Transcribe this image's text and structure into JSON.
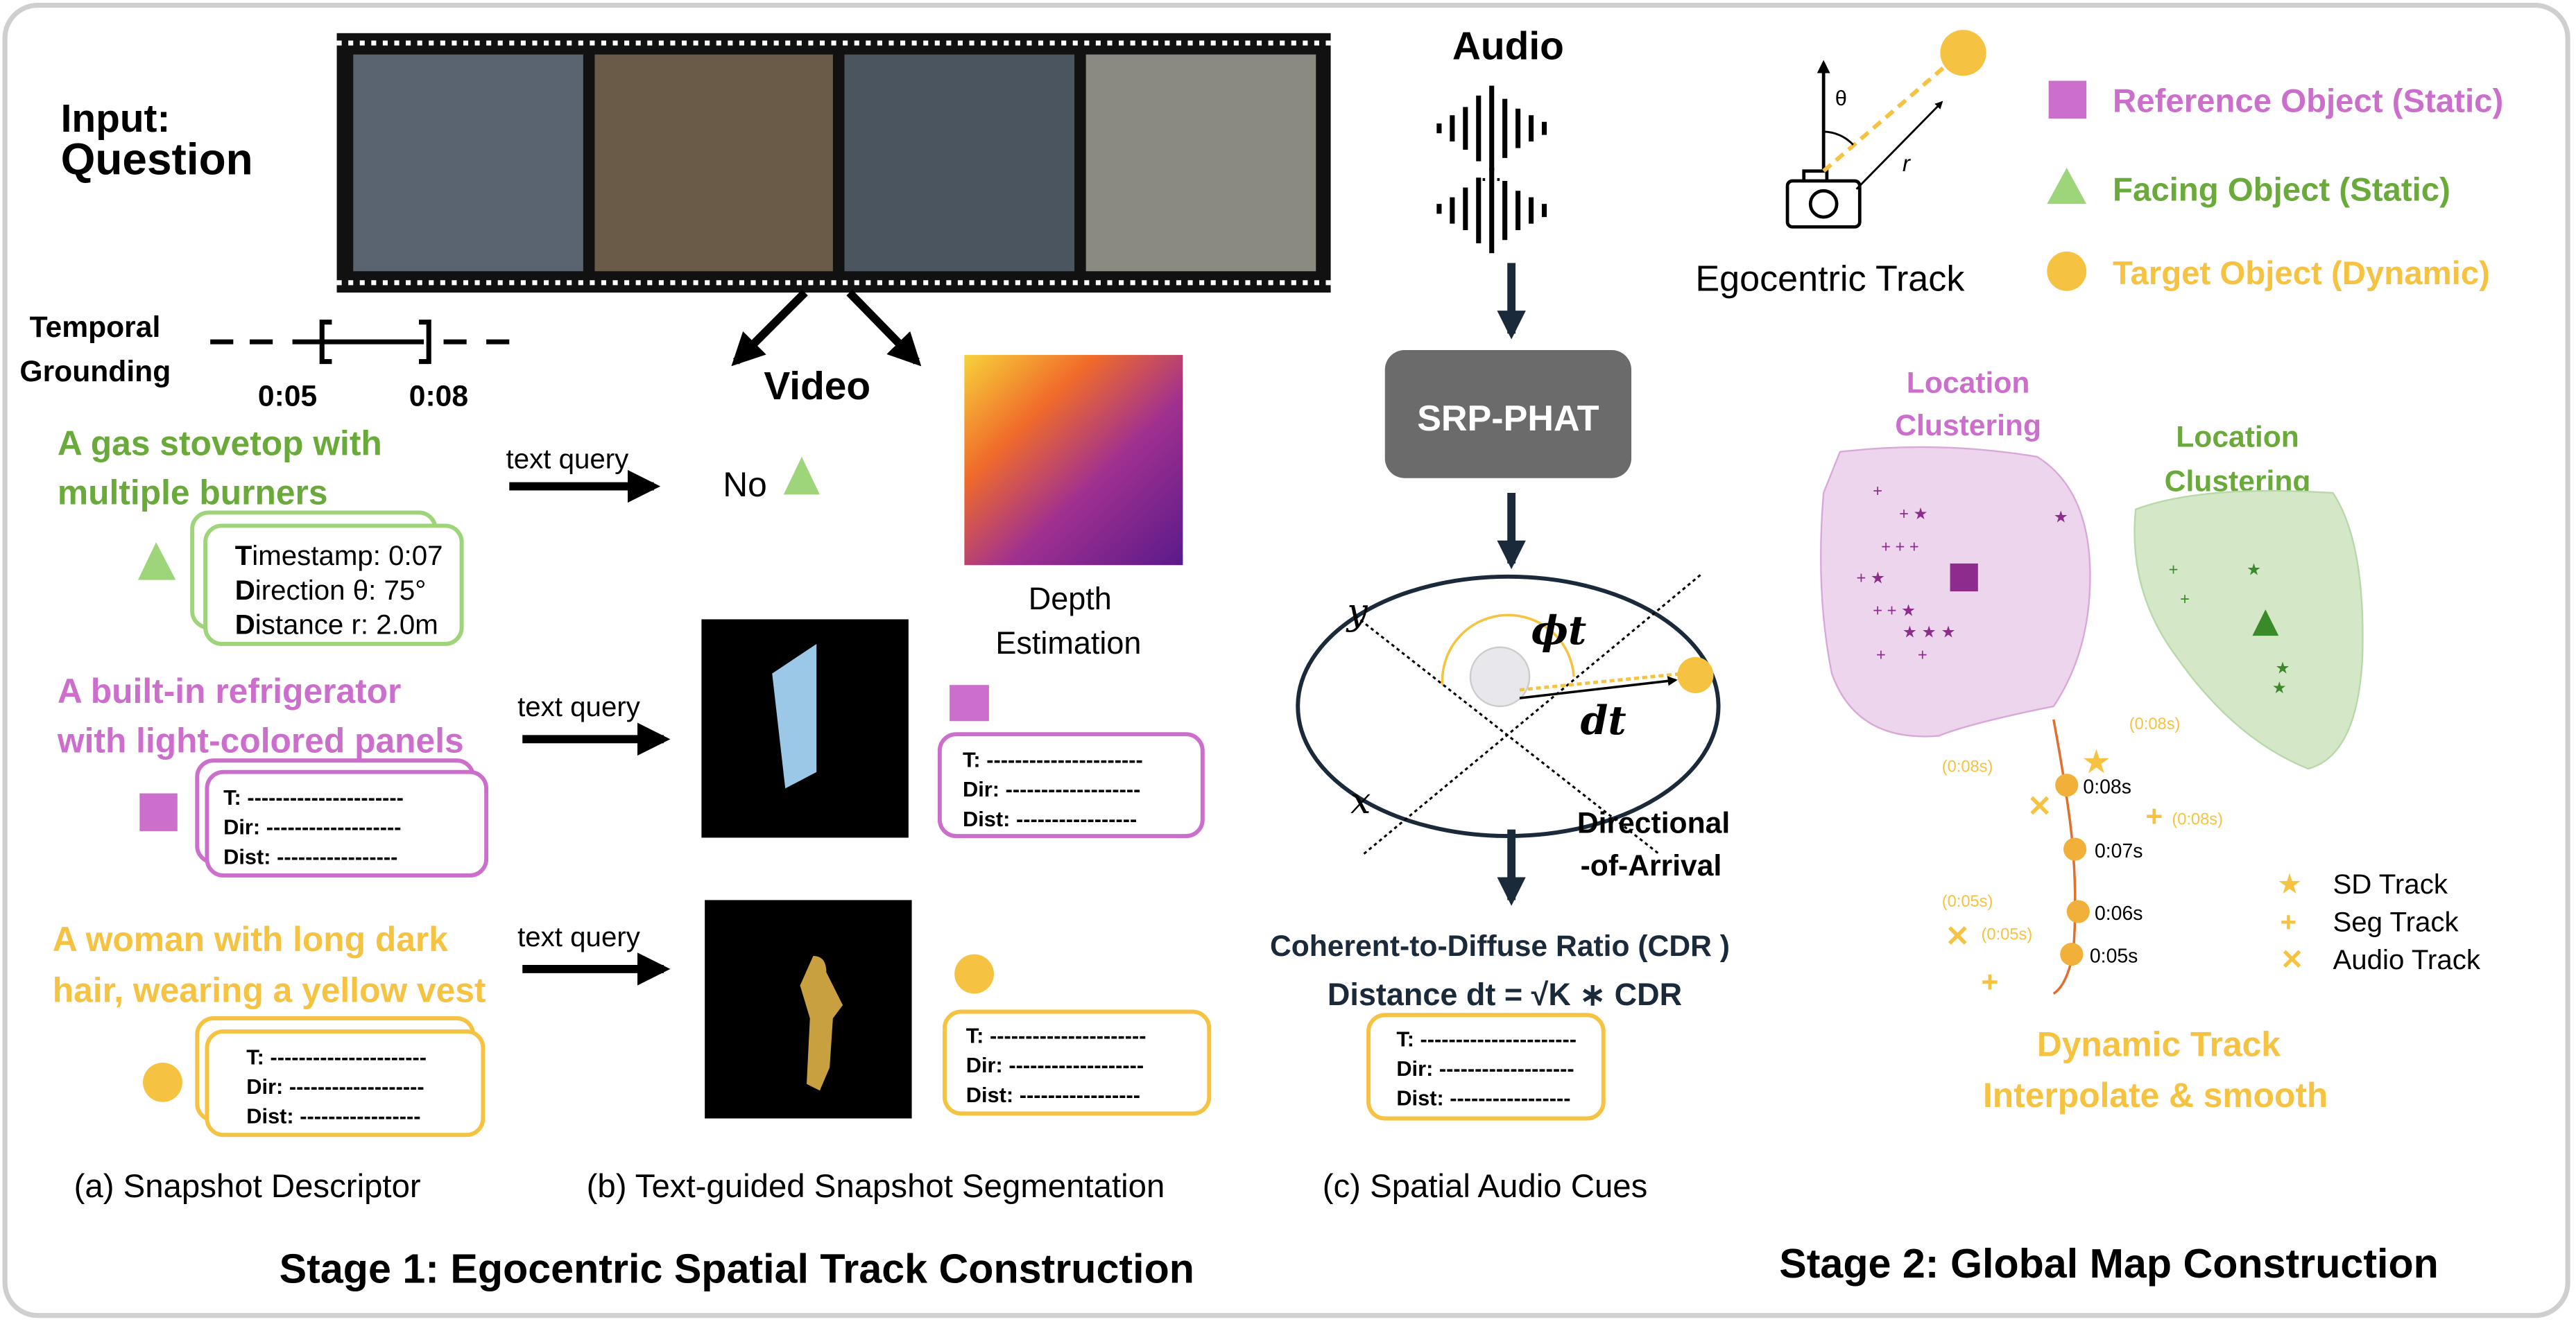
{
  "colors": {
    "green": "#6aaa3a",
    "green_light": "#9fd57a",
    "pink": "#cc6fcc",
    "yellow": "#f5c242",
    "dark": "#1a2a3a",
    "purple": "#8e2c8e",
    "dgreen": "#3a8a2a"
  },
  "input": {
    "line1": "Input:",
    "line2": "Question"
  },
  "temporal": {
    "line1": "Temporal",
    "line2": "Grounding",
    "start": "0:05",
    "end": "0:08"
  },
  "video": {
    "label": "Video",
    "depth_line1": "Depth",
    "depth_line2": "Estimation",
    "no_label": "No"
  },
  "descriptors": [
    {
      "line1": "A gas stovetop with",
      "line2": "multiple burners",
      "query": "text query",
      "rows": [
        {
          "key": "T",
          "rest": "imestamp:  0:07"
        },
        {
          "key": "D",
          "rest": "irection θ:  75°"
        },
        {
          "key": "D",
          "rest": "istance r:   2.0m"
        }
      ]
    },
    {
      "line1": "A  built-in refrigerator",
      "line2": "with light-colored panels",
      "query": "text query"
    },
    {
      "line1": "A woman with long dark",
      "line2": "hair, wearing a yellow vest",
      "query": "text query"
    }
  ],
  "empty_card": {
    "t": "T:  ----------------------",
    "dir": "Dir:  -------------------",
    "dist": "Dist:  -----------------"
  },
  "audio": {
    "title": "Audio",
    "dots": "...",
    "srp": "SRP-PHAT",
    "y": "y",
    "x": "x",
    "phi": "ϕt",
    "d": "dt",
    "doa_line1": "Directional",
    "doa_line2": "-of-Arrival",
    "cdr": "Coherent-to-Diffuse Ratio (CDR )",
    "distance": "Distance dt = √K ∗ CDR"
  },
  "legend": {
    "track": "Egocentric Track",
    "theta": "θ",
    "r": "r",
    "reference": "Reference Object (Static)",
    "facing": "Facing Object (Static)",
    "target": "Target Object (Dynamic)"
  },
  "map": {
    "cluster1_line1": "Location",
    "cluster1_line2": "Clustering",
    "cluster2_line1": "Location",
    "cluster2_line2": "Clustering",
    "times": [
      "0:08s",
      "0:07s",
      "0:06s",
      "0:05s"
    ],
    "annotations": [
      "(0:08s)",
      "(0:08s)",
      "(0:08s)",
      "(0:05s)",
      "(0:05s)"
    ],
    "track_legend": [
      "SD Track",
      "Seg Track",
      "Audio Track"
    ],
    "dyn_line1": "Dynamic Track",
    "dyn_line2": "Interpolate & smooth"
  },
  "captions": {
    "a": "(a) Snapshot Descriptor",
    "b": "(b) Text-guided Snapshot Segmentation",
    "c": "(c) Spatial Audio Cues",
    "stage1": "Stage 1: Egocentric Spatial Track Construction",
    "stage2": "Stage 2: Global Map Construction"
  }
}
